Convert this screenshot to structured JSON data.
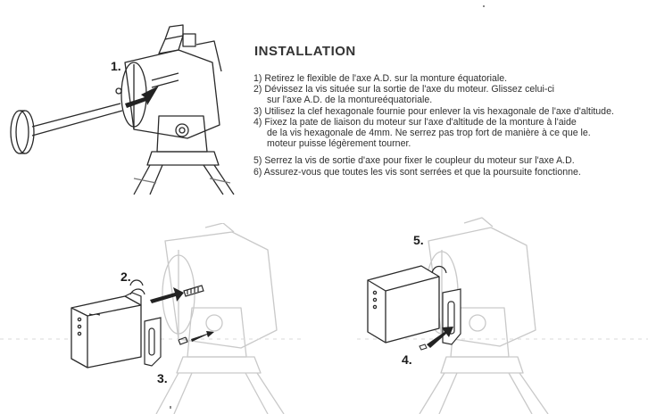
{
  "title": "INSTALLATION",
  "figure_labels": {
    "step1": "1.",
    "step2": "2.",
    "step3": "3.",
    "step4": "4.",
    "step5": "5."
  },
  "instructions": {
    "s1": "1) Retirez le flexible de l'axe A.D. sur la monture équatoriale.",
    "s2a": "2) Dévissez la vis située sur la sortie de l'axe du moteur. Glissez celui-ci",
    "s2b": "sur l'axe A.D. de la montureéquatoriale.",
    "s3": "3) Utilisez la clef hexagonale fournie pour enlever la vis hexagonale de l'axe d'altitude.",
    "s4a": "4) Fixez la pate de liaison du moteur sur l'axe d'altitude de la monture à l'aide",
    "s4b": "de la vis hexagonale de 4mm. Ne serrez pas trop fort de manière à ce que le.",
    "s4c": "moteur puisse légèrement tourner.",
    "s5": "5) Serrez la vis de sortie d'axe pour fixer le coupleur du moteur sur l'axe A.D.",
    "s6": "6) Assurez-vous que toutes les vis sont serrées et que la poursuite fonctionne."
  },
  "colors": {
    "line_dark": "#2a2a2a",
    "line_faint": "#c9c9c9",
    "arrow": "#222222"
  }
}
